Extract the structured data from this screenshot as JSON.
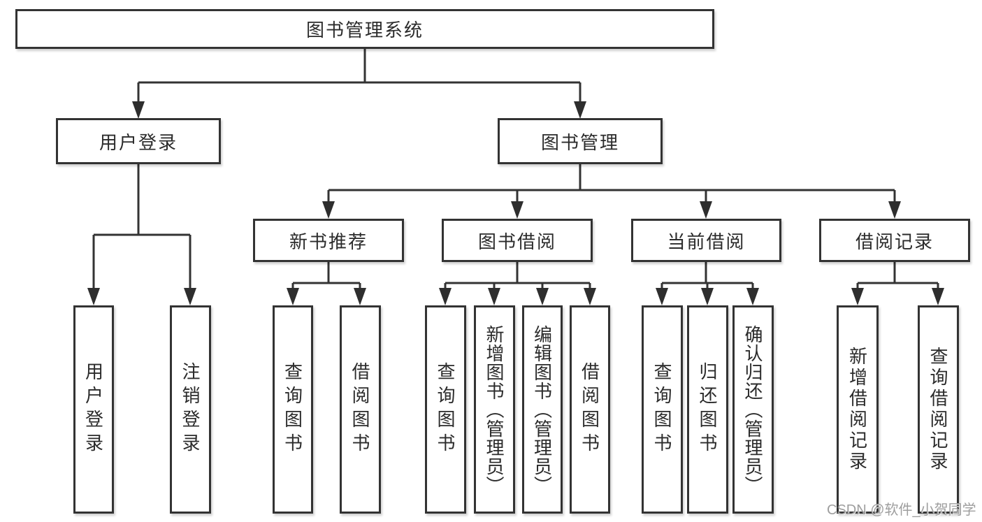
{
  "diagram": {
    "root": {
      "label": "图书管理系统",
      "children": [
        {
          "label": "用户登录",
          "children": [
            {
              "label": "用户登录"
            },
            {
              "label": "注销登录"
            }
          ]
        },
        {
          "label": "图书管理",
          "children": [
            {
              "label": "新书推荐",
              "children": [
                {
                  "label": "查询图书"
                },
                {
                  "label": "借阅图书"
                }
              ]
            },
            {
              "label": "图书借阅",
              "children": [
                {
                  "label": "查询图书"
                },
                {
                  "label": "新增图书（管理员）"
                },
                {
                  "label": "编辑图书（管理员）"
                },
                {
                  "label": "借阅图书"
                }
              ]
            },
            {
              "label": "当前借阅",
              "children": [
                {
                  "label": "查询图书"
                },
                {
                  "label": "归还图书"
                },
                {
                  "label": "确认归还（管理员）"
                }
              ]
            },
            {
              "label": "借阅记录",
              "children": [
                {
                  "label": "新增借阅记录"
                },
                {
                  "label": "查询借阅记录"
                }
              ]
            }
          ]
        }
      ]
    }
  },
  "watermark": {
    "text": "CSDN @软件_小贺同学"
  },
  "colors": {
    "line": "#333333",
    "box_border": "#333333",
    "box_fill": "#ffffff",
    "text": "#2b2b2b",
    "watermark": "#9e9e9e",
    "background": "#ffffff"
  }
}
